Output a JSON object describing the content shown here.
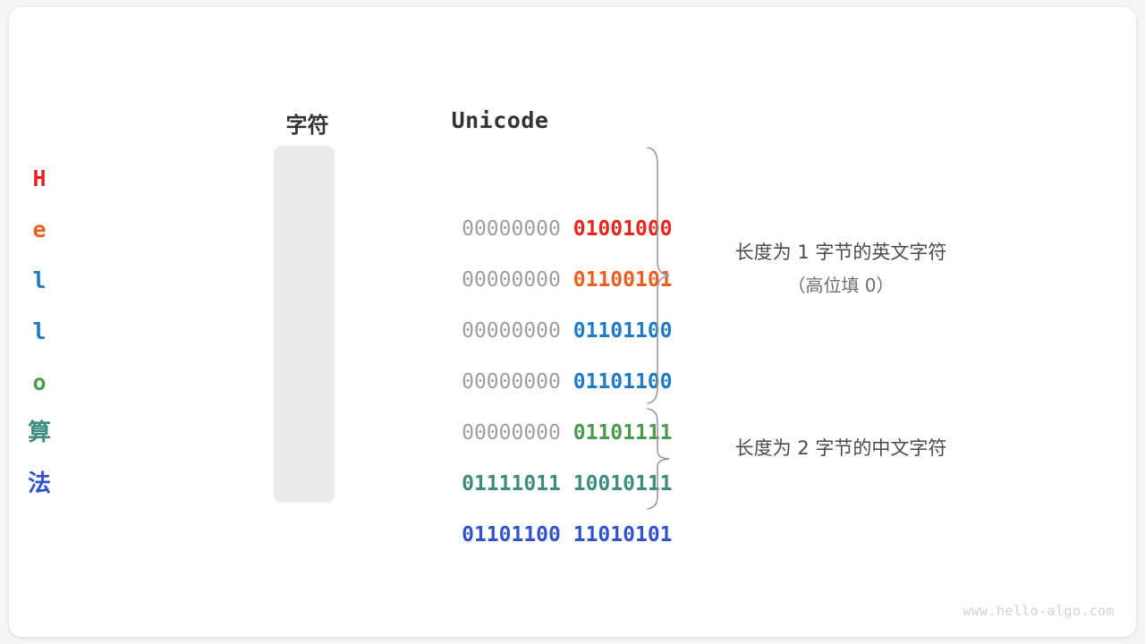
{
  "figure": {
    "title": "Unicode encoding of Hello 算法",
    "headers": {
      "char": "字符",
      "unicode": "Unicode"
    },
    "rows": [
      {
        "char": "H",
        "color": "#e8241c",
        "high_byte": "00000000",
        "low_byte": "01001000",
        "high_is_padding": true
      },
      {
        "char": "e",
        "color": "#ee5e20",
        "high_byte": "00000000",
        "low_byte": "01100101",
        "high_is_padding": true
      },
      {
        "char": "l",
        "color": "#1e7bc4",
        "high_byte": "00000000",
        "low_byte": "01101100",
        "high_is_padding": true
      },
      {
        "char": "l",
        "color": "#1e7bc4",
        "high_byte": "00000000",
        "low_byte": "01101100",
        "high_is_padding": true
      },
      {
        "char": "o",
        "color": "#4c9a4c",
        "high_byte": "00000000",
        "low_byte": "01101111",
        "high_is_padding": true
      },
      {
        "char": "算",
        "color": "#3e8c7e",
        "high_byte": "01111011",
        "low_byte": "10010111",
        "high_is_padding": false
      },
      {
        "char": "法",
        "color": "#3352ce",
        "high_byte": "01101100",
        "low_byte": "11010101",
        "high_is_padding": false
      }
    ],
    "annotations": [
      {
        "main": "长度为 1 字节的英文字符",
        "sub": "（高位填 0）"
      },
      {
        "main": "长度为 2 字节的中文字符",
        "sub": ""
      }
    ],
    "padding_color": "#9e9e9e",
    "column_background": "#eaeaea",
    "brace_color": "#9a9a9a",
    "watermark": "www.hello-algo.com"
  }
}
